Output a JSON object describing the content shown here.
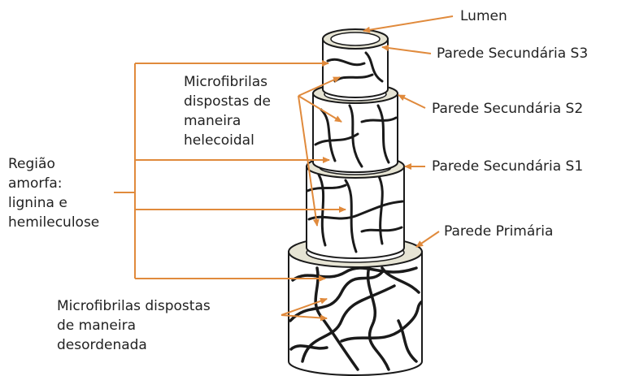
{
  "labels": {
    "lumen": "Lumen",
    "parede_s3": "Parede Secundária S3",
    "parede_s2": "Parede Secundária S2",
    "parede_s1": "Parede Secundária S1",
    "parede_primaria": "Parede Primária",
    "microfibrilas_helicoidal": "Microfibrilas\ndispostas de\nmaneira\nhelecoidal",
    "regiao_amorfa": "Região\namorfa:\nlignina e\nhemileculose",
    "microfibrilas_desordenada": "Microfibrilas dispostas\nde maneira\ndesordenada"
  },
  "colors": {
    "arrow": "#E08A3C",
    "ring": "#E6E4D4",
    "outline": "#1a1a1a"
  }
}
